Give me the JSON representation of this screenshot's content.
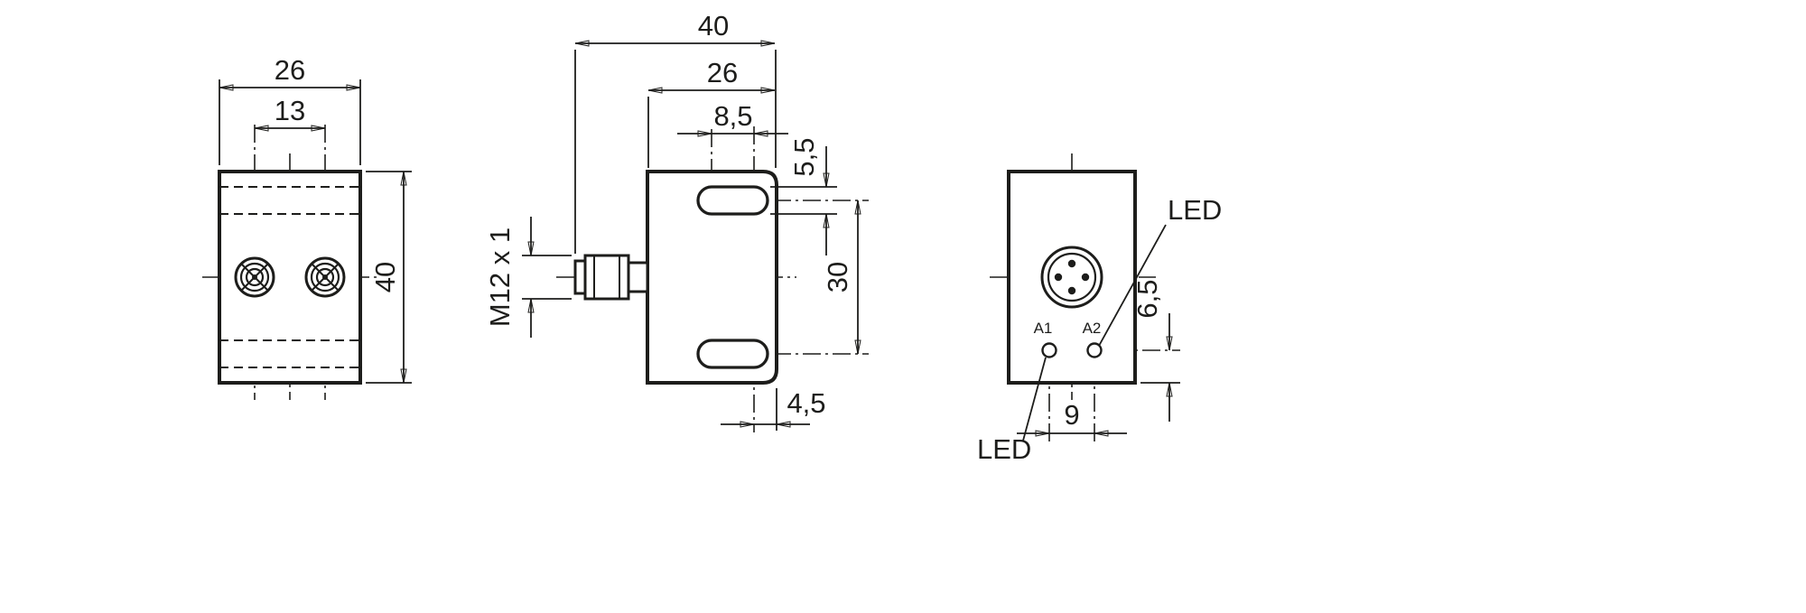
{
  "colors": {
    "line": "#1d1d1b",
    "background": "#ffffff"
  },
  "front_view": {
    "dim_width": "26",
    "dim_hole_spacing": "13",
    "dim_height": "40"
  },
  "side_view": {
    "dim_overall_length": "40",
    "dim_body_width": "26",
    "dim_slot_length": "8,5",
    "dim_slot_width": "5,5",
    "dim_slot_center_distance": "30",
    "dim_slot_edge_offset": "4,5",
    "connector_thread": "M12 x 1"
  },
  "end_view": {
    "led_label_top": "LED",
    "led_label_bottom": "LED",
    "led_a1": "A1",
    "led_a2": "A2",
    "dim_led_bottom_offset": "6,5",
    "dim_led_spacing": "9"
  }
}
